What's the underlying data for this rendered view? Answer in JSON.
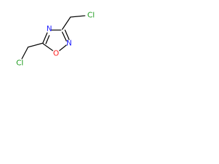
{
  "molecule": {
    "atoms": {
      "n4": {
        "label": "N",
        "color": "#2020ff"
      },
      "n2": {
        "label": "N",
        "color": "#2020ff"
      },
      "o1": {
        "label": "O",
        "color": "#ff2020"
      },
      "cl_right": {
        "label": "Cl",
        "color": "#1a9a1a"
      },
      "cl_left": {
        "label": "Cl",
        "color": "#1a9a1a"
      }
    },
    "bond_color": "#000000"
  }
}
